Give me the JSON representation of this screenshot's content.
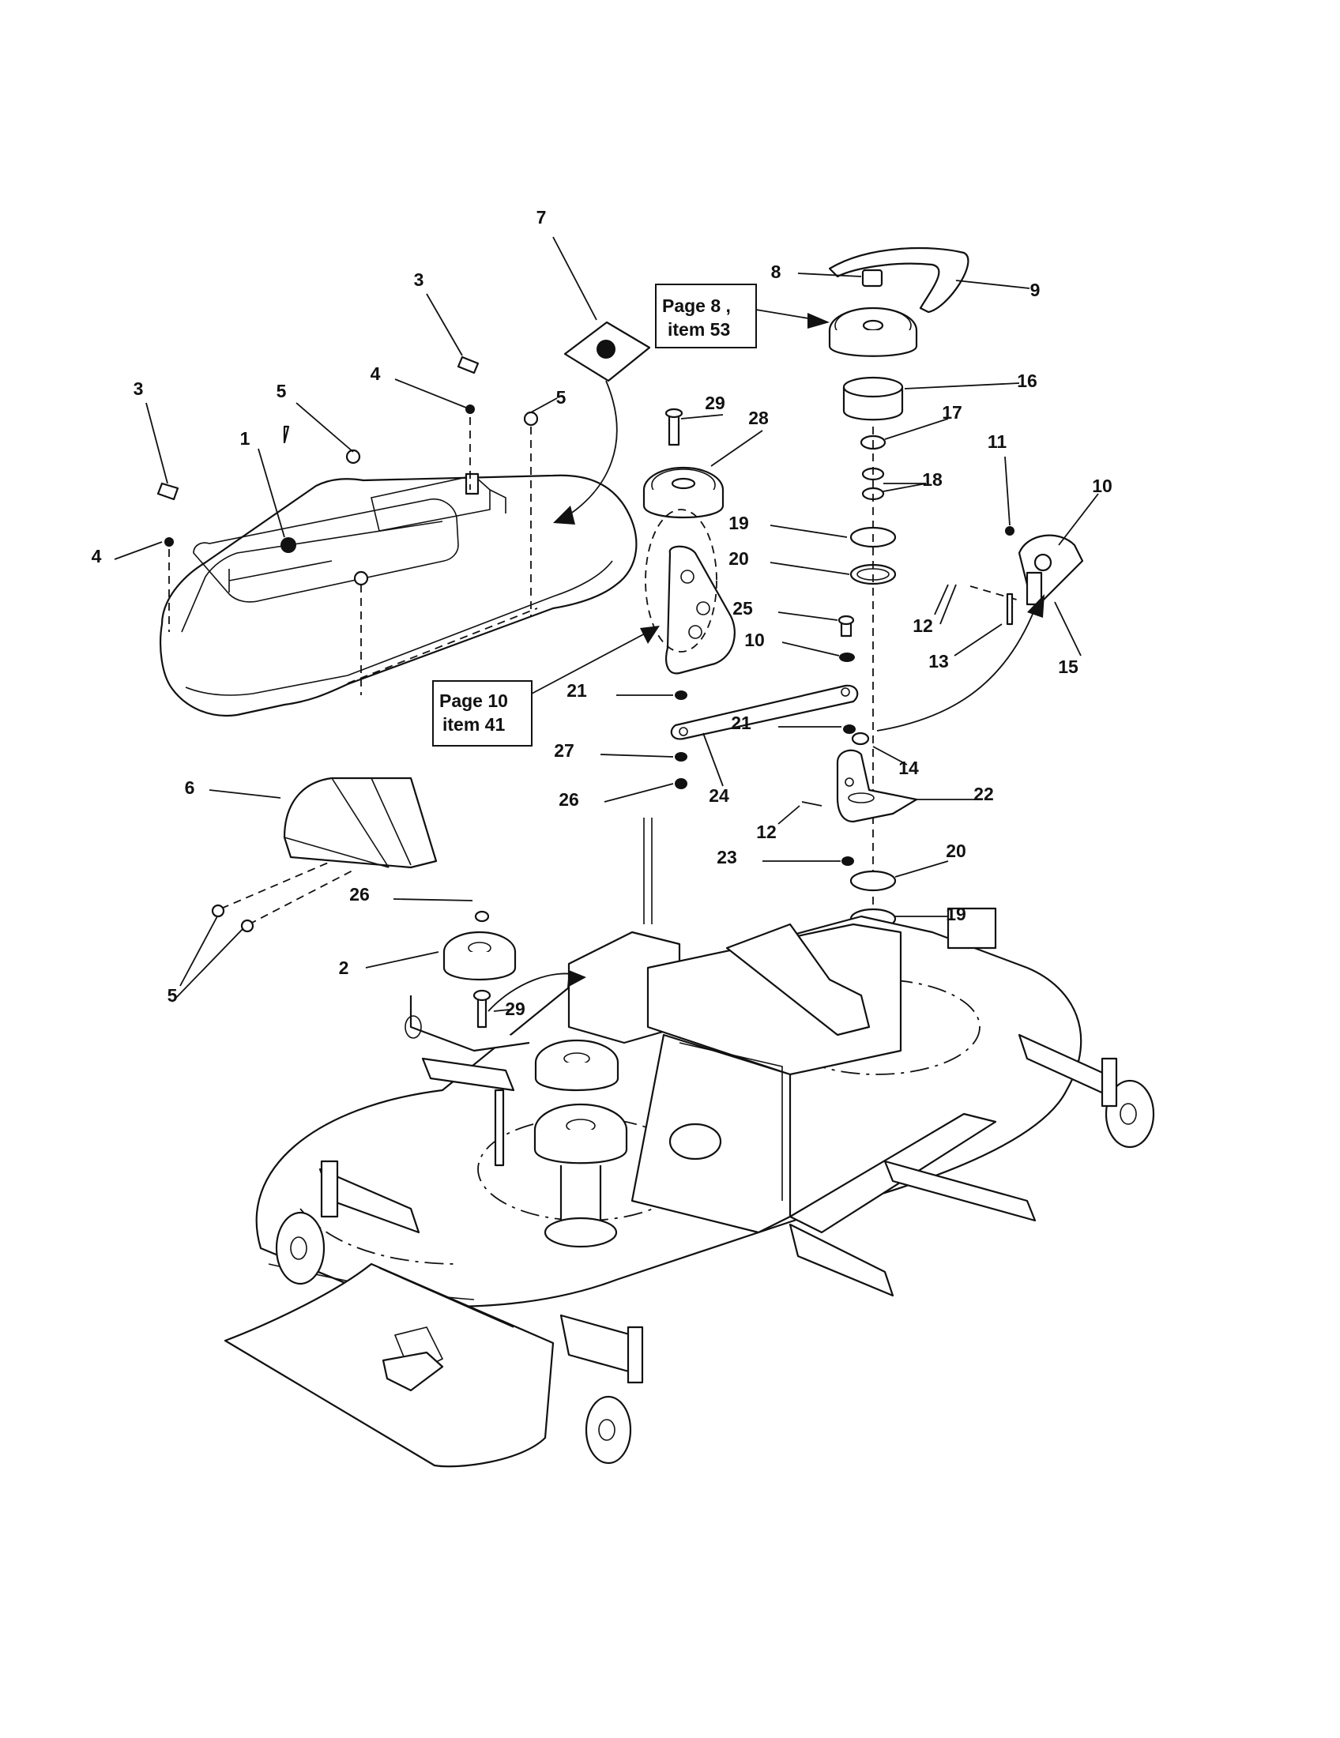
{
  "callouts": [
    {
      "id": "c1",
      "text": "1"
    },
    {
      "id": "c2",
      "text": "2"
    },
    {
      "id": "c3a",
      "text": "3"
    },
    {
      "id": "c3b",
      "text": "3"
    },
    {
      "id": "c4a",
      "text": "4"
    },
    {
      "id": "c4b",
      "text": "4"
    },
    {
      "id": "c5a",
      "text": "5"
    },
    {
      "id": "c5b",
      "text": "5"
    },
    {
      "id": "c5c",
      "text": "5"
    },
    {
      "id": "c6",
      "text": "6"
    },
    {
      "id": "c7",
      "text": "7"
    },
    {
      "id": "c8",
      "text": "8"
    },
    {
      "id": "c9",
      "text": "9"
    },
    {
      "id": "c10a",
      "text": "10"
    },
    {
      "id": "c10b",
      "text": "10"
    },
    {
      "id": "c11",
      "text": "11"
    },
    {
      "id": "c12a",
      "text": "12"
    },
    {
      "id": "c12b",
      "text": "12"
    },
    {
      "id": "c13",
      "text": "13"
    },
    {
      "id": "c14",
      "text": "14"
    },
    {
      "id": "c15",
      "text": "15"
    },
    {
      "id": "c16",
      "text": "16"
    },
    {
      "id": "c17",
      "text": "17"
    },
    {
      "id": "c18",
      "text": "18"
    },
    {
      "id": "c19a",
      "text": "19"
    },
    {
      "id": "c19b",
      "text": "19"
    },
    {
      "id": "c20a",
      "text": "20"
    },
    {
      "id": "c20b",
      "text": "20"
    },
    {
      "id": "c21a",
      "text": "21"
    },
    {
      "id": "c21b",
      "text": "21"
    },
    {
      "id": "c22",
      "text": "22"
    },
    {
      "id": "c23",
      "text": "23"
    },
    {
      "id": "c24",
      "text": "24"
    },
    {
      "id": "c25",
      "text": "25"
    },
    {
      "id": "c26a",
      "text": "26"
    },
    {
      "id": "c26b",
      "text": "26"
    },
    {
      "id": "c27",
      "text": "27"
    },
    {
      "id": "c28",
      "text": "28"
    },
    {
      "id": "c29a",
      "text": "29"
    },
    {
      "id": "c29b",
      "text": "29"
    }
  ],
  "references": {
    "page8": {
      "line1": "Page  8 ,",
      "line2": "item 53"
    },
    "page10": {
      "line1": "Page 10",
      "line2": "item 41"
    }
  },
  "colors": {
    "ink": "#111111",
    "paper": "#ffffff"
  }
}
